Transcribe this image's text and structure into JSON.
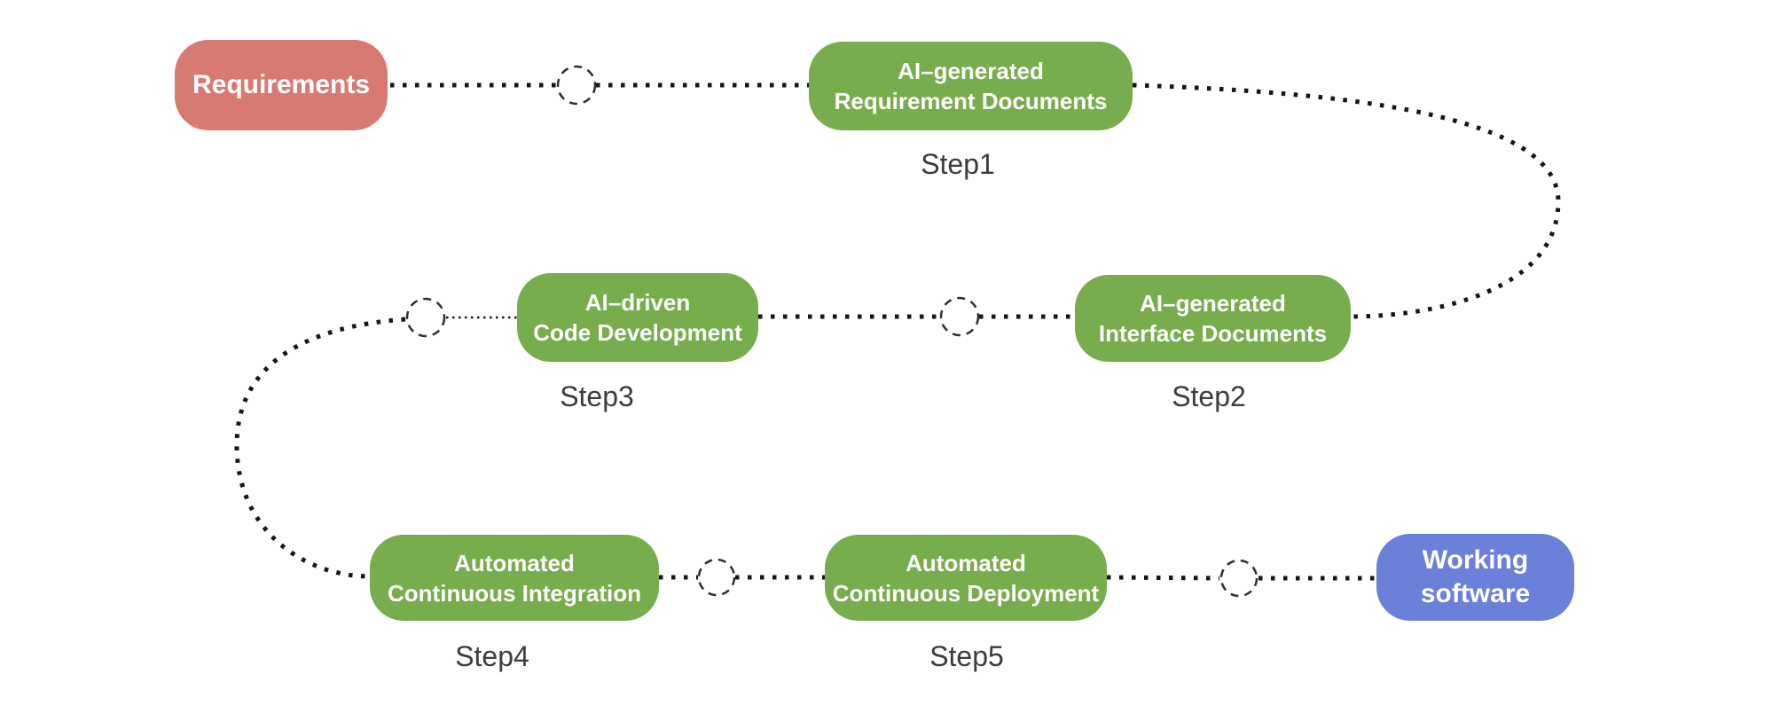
{
  "diagram": {
    "type": "flow-snake",
    "background": "#ffffff",
    "colors": {
      "start_node": "#d87a74",
      "process_node": "#77ad4c",
      "end_node": "#6b80d8",
      "node_text": "#ffffff",
      "connector_dots": "#161616",
      "step_label_text": "#3c3c3c"
    },
    "connector_style": {
      "line": "dotted",
      "midpoint_marker": "dashed-circle"
    },
    "nodes": {
      "requirements": {
        "label": "Requirements"
      },
      "step1": {
        "line1": "AI–generated",
        "line2": "Requirement Documents",
        "step_label": "Step1"
      },
      "step2": {
        "line1": "AI–generated",
        "line2": "Interface Documents",
        "step_label": "Step2"
      },
      "step3": {
        "line1": "AI–driven",
        "line2": "Code Development",
        "step_label": "Step3"
      },
      "step4": {
        "line1": "Automated",
        "line2": "Continuous Integration",
        "step_label": "Step4"
      },
      "step5": {
        "line1": "Automated",
        "line2": "Continuous Deployment",
        "step_label": "Step5"
      },
      "working_software": {
        "line1": "Working",
        "line2": "software"
      }
    },
    "flow_order": [
      "Requirements",
      "Step1: AI–generated Requirement Documents",
      "Step2: AI–generated Interface Documents",
      "Step3: AI–driven Code Development",
      "Step4: Automated Continuous Integration",
      "Step5: Automated Continuous Deployment",
      "Working software"
    ]
  }
}
